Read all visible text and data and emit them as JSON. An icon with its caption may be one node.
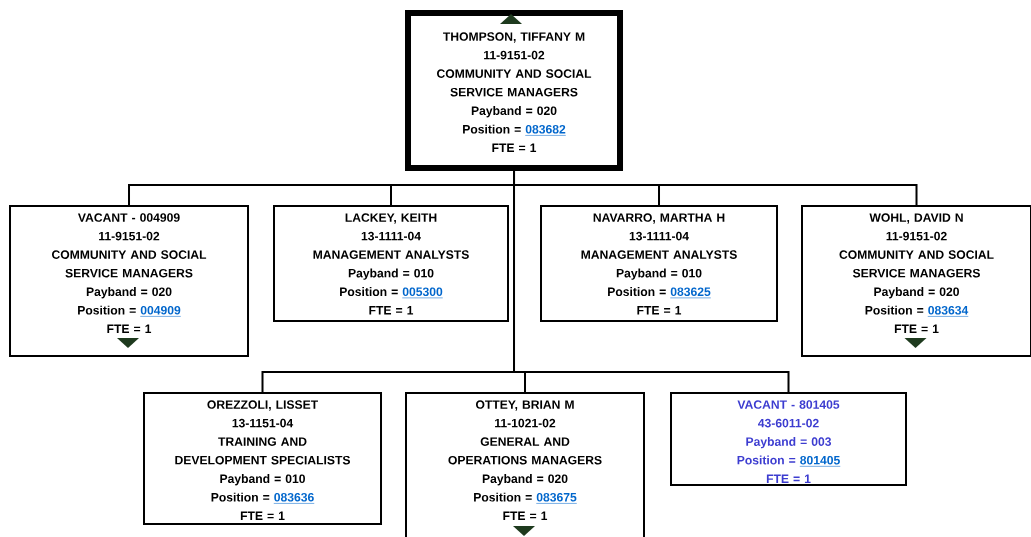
{
  "diagram": {
    "nodes": [
      {
        "text": [
          "THOMPSON, TIFFANY M",
          "11-9151-02",
          "COMMUNITY AND SOCIAL SERVICE MANAGERS",
          "Payband = 020",
          "Position =",
          "083682",
          "FTE = 1"
        ]
      },
      {
        "text": [
          "VACANT - 004909",
          "11-9151-02",
          "COMMUNITY AND SOCIAL SERVICE MANAGERS",
          "Payband = 020",
          "Position =",
          "004909",
          "FTE = 1"
        ]
      },
      {
        "text": [
          "LACKEY, KEITH",
          "13-1111-04",
          "MANAGEMENT ANALYSTS",
          "Payband = 010",
          "Position =",
          "005300",
          "FTE = 1"
        ]
      },
      {
        "text": [
          "NAVARRO, MARTHA H",
          "13-1111-04",
          "MANAGEMENT ANALYSTS",
          "Payband = 010",
          "Position =",
          "083625",
          "FTE = 1"
        ]
      },
      {
        "text": [
          "WOHL, DAVID N",
          "11-9151-02",
          "COMMUNITY AND SOCIAL SERVICE MANAGERS",
          "Payband = 020",
          "Position =",
          "083634",
          "FTE = 1"
        ]
      },
      {
        "text": [
          "OREZZOLI, LISSET",
          "13-1151-04",
          "TRAINING AND DEVELOPMENT SPECIALISTS",
          "Payband = 010",
          "Position =",
          "083636",
          "FTE = 1"
        ]
      },
      {
        "text": [
          "OTTEY, BRIAN M",
          "11-1021-02",
          "GENERAL AND OPERATIONS MANAGERS",
          "Payband = 020",
          "Position =",
          "083675",
          "FTE = 1"
        ]
      },
      {
        "text": [
          "VACANT - 801405",
          "43-6011-02",
          "Payband = 003",
          "Position =",
          "801405",
          "FTE = 1"
        ]
      }
    ],
    "edges": [
      {
        "from": 0,
        "to": 1,
        "arrow": "none"
      },
      {
        "from": 0,
        "to": 2,
        "arrow": "none"
      },
      {
        "from": 0,
        "to": 3,
        "arrow": "none"
      },
      {
        "from": 0,
        "to": 4,
        "arrow": "none"
      },
      {
        "from": 0,
        "to": 5,
        "arrow": "none"
      },
      {
        "from": 0,
        "to": 6,
        "arrow": "none"
      },
      {
        "from": 0,
        "to": 7,
        "arrow": "none"
      }
    ]
  }
}
